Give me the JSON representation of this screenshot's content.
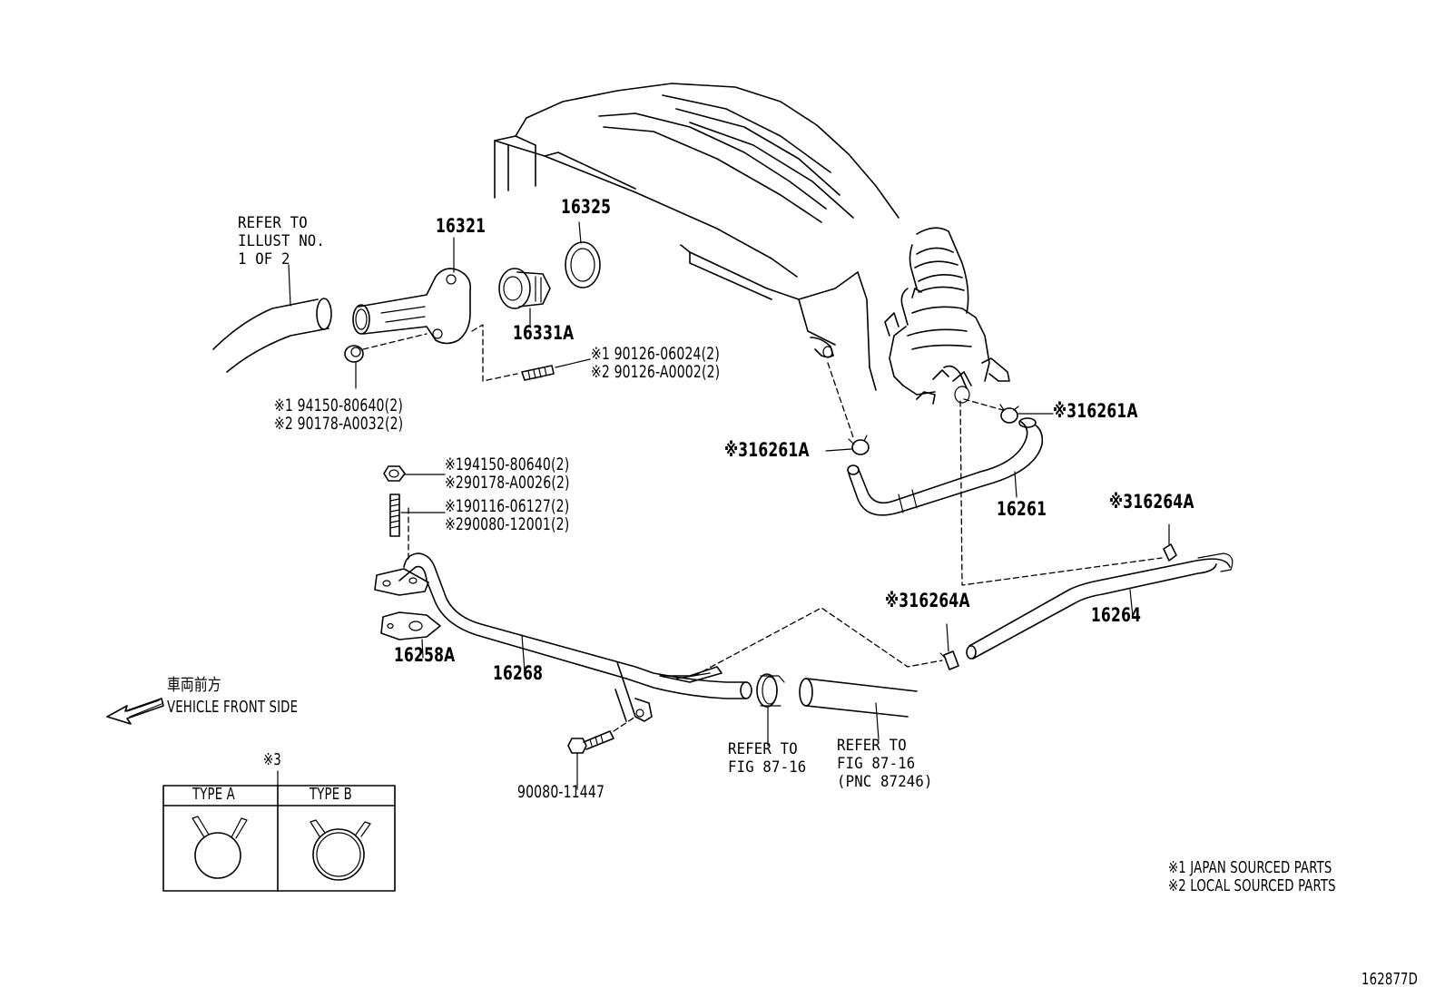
{
  "labels": {
    "refer_illust": [
      "REFER TO",
      "ILLUST NO.",
      "1 OF 2"
    ],
    "p16321": "16321",
    "p16325": "16325",
    "p16331A": "16331A",
    "stud_top": [
      "※1 90126-06024(2)",
      "※2 90126-A0002(2)"
    ],
    "nut_top": [
      "※1 94150-80640(2)",
      "※2 90178-A0032(2)"
    ],
    "nut_mid": [
      "※194150-80640(2)",
      "※290178-A0026(2)"
    ],
    "stud_mid": [
      "※190116-06127(2)",
      "※290080-12001(2)"
    ],
    "p16261A_right": "※316261A",
    "p16261A_left": "※316261A",
    "p16261": "16261",
    "p16264A_top": "※316264A",
    "p16264A_mid": "※316264A",
    "p16264": "16264",
    "p16258A": "16258A",
    "p16268": "16268",
    "bolt": "90080-11447",
    "refer_fig_a": [
      "REFER TO",
      "FIG 87-16"
    ],
    "refer_fig_b": [
      "REFER TO",
      "FIG 87-16",
      "(PNC 87246)"
    ],
    "vehicle_front_jp": "車両前方",
    "vehicle_front_en": "VEHICLE FRONT SIDE",
    "clamp_ref": "※3",
    "type_a": "TYPE A",
    "type_b": "TYPE B",
    "legend": [
      "※1 JAPAN SOURCED PARTS",
      "※2 LOCAL SOURCED PARTS"
    ],
    "illustration_id": "162877D"
  }
}
